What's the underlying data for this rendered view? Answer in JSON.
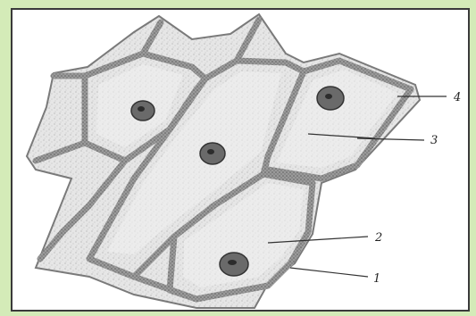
{
  "figure": {
    "labels": [
      {
        "id": "label-1",
        "text": "1"
      },
      {
        "id": "label-2",
        "text": "2"
      },
      {
        "id": "label-3",
        "text": "3"
      },
      {
        "id": "label-4",
        "text": "4"
      }
    ]
  },
  "colors": {
    "background": "#d4ebb8",
    "cell_wall": "#8a8a8a",
    "cytoplasm": "#ececec",
    "nucleus": "#555555",
    "border": "#3a3a3a"
  }
}
